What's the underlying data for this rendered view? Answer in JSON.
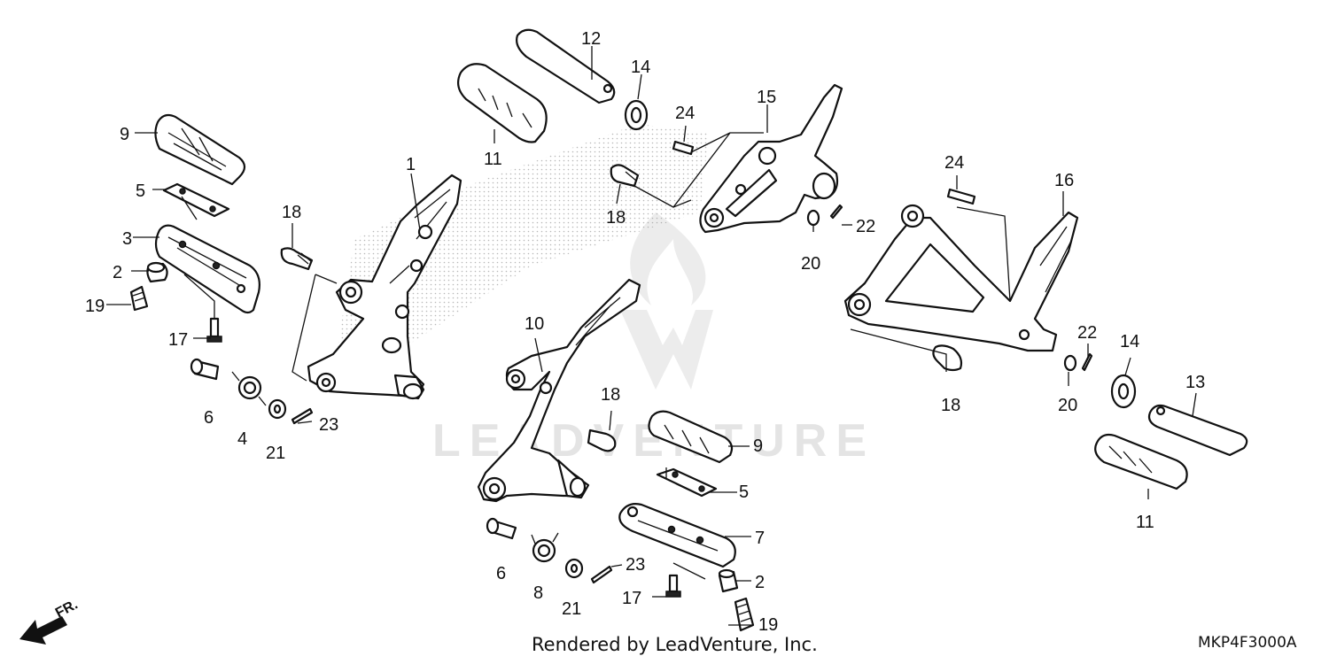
{
  "diagram": {
    "credit": "Rendered by LeadVenture, Inc.",
    "drawing_code": "MKP4F3000A",
    "front_indicator": "FR.",
    "watermark": "LEADVENTURE",
    "callouts": {
      "c1": "1",
      "c2a": "2",
      "c2b": "2",
      "c3": "3",
      "c4": "4",
      "c5a": "5",
      "c5b": "5",
      "c6a": "6",
      "c6b": "6",
      "c7": "7",
      "c8": "8",
      "c9a": "9",
      "c9b": "9",
      "c10": "10",
      "c11a": "11",
      "c11b": "11",
      "c12": "12",
      "c13": "13",
      "c14a": "14",
      "c14b": "14",
      "c15": "15",
      "c16": "16",
      "c17a": "17",
      "c17b": "17",
      "c18a": "18",
      "c18b": "18",
      "c18c": "18",
      "c18d": "18",
      "c19a": "19",
      "c19b": "19",
      "c20a": "20",
      "c20b": "20",
      "c21a": "21",
      "c21b": "21",
      "c22a": "22",
      "c22b": "22",
      "c23a": "23",
      "c23b": "23",
      "c24a": "24",
      "c24b": "24"
    }
  }
}
